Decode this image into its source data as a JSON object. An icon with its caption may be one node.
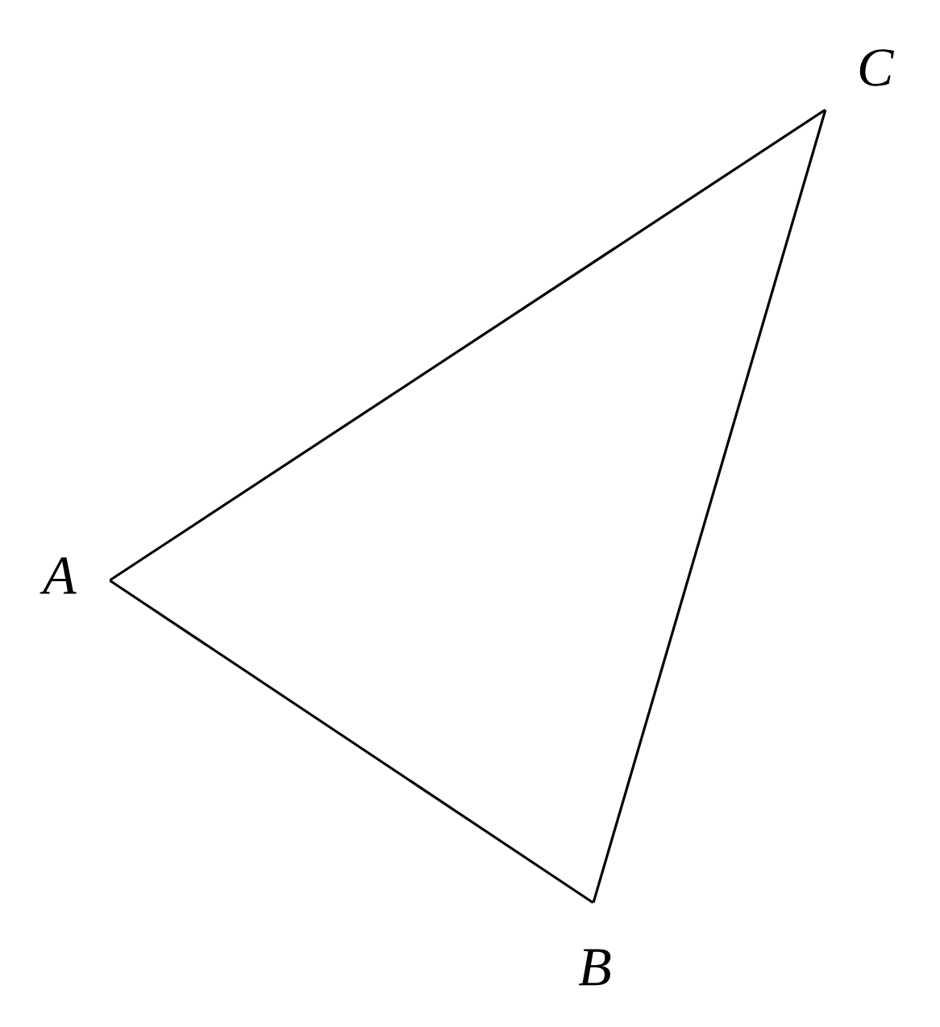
{
  "diagram": {
    "nodes": [
      {
        "text": [],
        "shape": "point",
        "beside": [
          "*A*"
        ]
      },
      {
        "text": [],
        "shape": "point",
        "beside": [
          "*B*"
        ]
      },
      {
        "text": [],
        "shape": "point",
        "beside": [
          "*C*"
        ]
      }
    ],
    "edges": [
      {
        "from": 0,
        "to": 2,
        "arrow": "none"
      },
      {
        "from": 2,
        "to": 1,
        "arrow": "none"
      },
      {
        "from": 1,
        "to": 0,
        "arrow": "none"
      }
    ]
  }
}
